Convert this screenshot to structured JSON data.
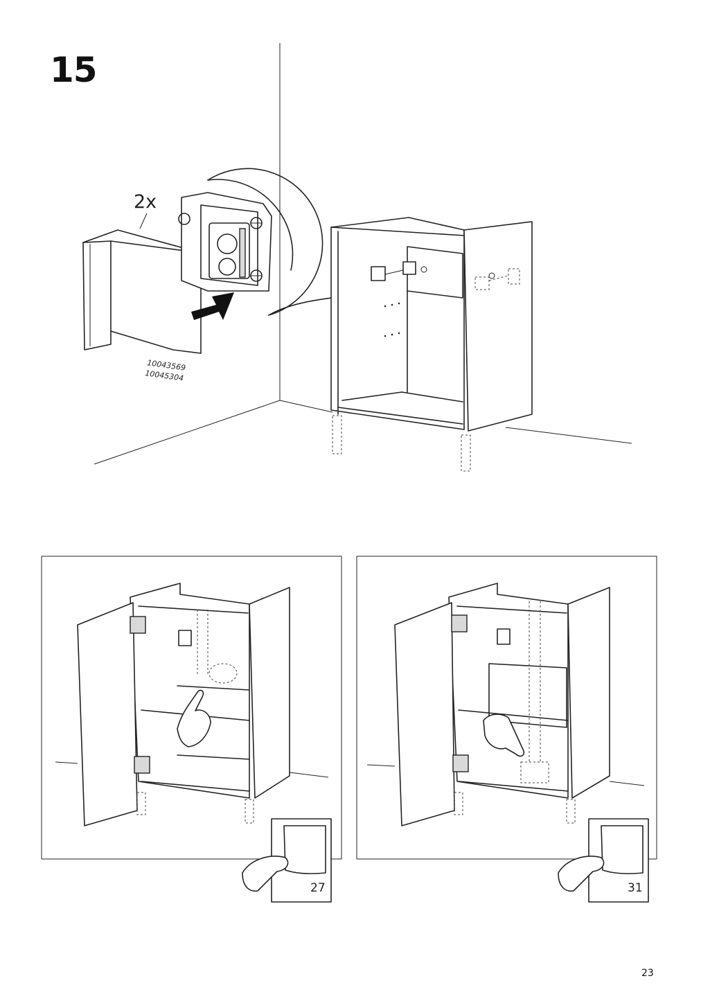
{
  "step": {
    "number": "15"
  },
  "main_illustration": {
    "quantity": "2x",
    "article_numbers": [
      "10043569",
      "10045304"
    ]
  },
  "panels": [
    {
      "page_reference": "27",
      "icon": "page-turn-icon"
    },
    {
      "page_reference": "31",
      "icon": "page-turn-icon"
    }
  ],
  "page": {
    "number": "23"
  }
}
